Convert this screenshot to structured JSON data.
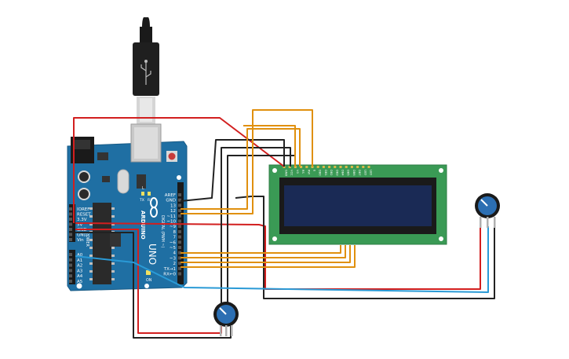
{
  "board": {
    "brand_text": "ARDUINO",
    "model_text": "UNO",
    "power_pins": [
      "IOREF",
      "RESET",
      "3.3V",
      "5V",
      "GND",
      "GND",
      "Vin"
    ],
    "analog_pins": [
      "A0",
      "A1",
      "A2",
      "A3",
      "A4",
      "A5"
    ],
    "digital_pins": [
      "AREF",
      "GND",
      "13",
      "12",
      "~11",
      "~10",
      "~9",
      "8",
      "7",
      "~6",
      "~5",
      "4",
      "~3",
      "2",
      "TX→1",
      "RX←0"
    ],
    "digital_label": "DIGITAL (PWM ~)",
    "led_labels": [
      "L",
      "TX",
      "RX"
    ],
    "on_label": "ON",
    "power_label": "POWER",
    "analog_label": "ANALOG IN"
  },
  "lcd": {
    "pin_labels": [
      "GND",
      "VCC",
      "V0",
      "RS",
      "RW",
      "E",
      "DB0",
      "DB1",
      "DB2",
      "DB3",
      "DB4",
      "DB5",
      "DB6",
      "DB7",
      "LED",
      "LED"
    ]
  },
  "colors": {
    "board": "#1f6fa3",
    "lcd_pcb": "#3a9a55",
    "lcd_screen": "#1a2a55",
    "wire_red": "#d21f1f",
    "wire_orange": "#e0900e",
    "wire_black": "#222222",
    "wire_blue": "#2a9ad6",
    "pot_knob": "#2c6fb3"
  }
}
